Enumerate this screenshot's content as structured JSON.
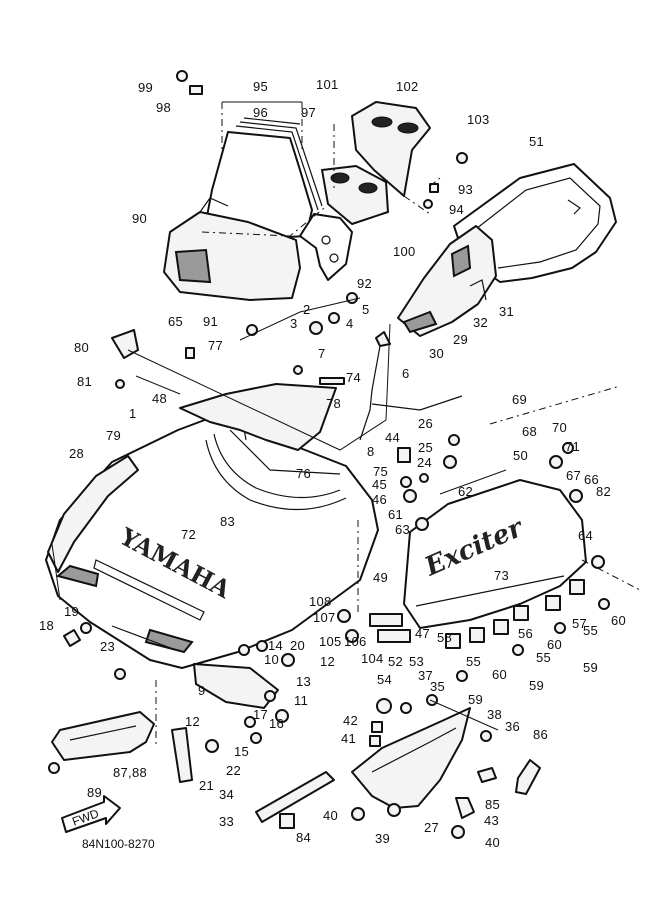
{
  "diagram": {
    "reference_code": "84N100-8270",
    "front_marker": "FWD",
    "brand_text": "YAMAHA",
    "model_text": "Exciter",
    "callouts": [
      {
        "id": "c99",
        "text": "99"
      },
      {
        "id": "c98",
        "text": "98"
      },
      {
        "id": "c95",
        "text": "95"
      },
      {
        "id": "c96",
        "text": "96"
      },
      {
        "id": "c97",
        "text": "97"
      },
      {
        "id": "c101",
        "text": "101"
      },
      {
        "id": "c102",
        "text": "102"
      },
      {
        "id": "c103",
        "text": "103"
      },
      {
        "id": "c51",
        "text": "51"
      },
      {
        "id": "c93",
        "text": "93"
      },
      {
        "id": "c94",
        "text": "94"
      },
      {
        "id": "c90",
        "text": "90"
      },
      {
        "id": "c100",
        "text": "100"
      },
      {
        "id": "c92",
        "text": "92"
      },
      {
        "id": "c2",
        "text": "2"
      },
      {
        "id": "c5",
        "text": "5"
      },
      {
        "id": "c3",
        "text": "3"
      },
      {
        "id": "c4",
        "text": "4"
      },
      {
        "id": "c91",
        "text": "91"
      },
      {
        "id": "c65",
        "text": "65"
      },
      {
        "id": "c80",
        "text": "80"
      },
      {
        "id": "c77",
        "text": "77"
      },
      {
        "id": "c7",
        "text": "7"
      },
      {
        "id": "c31",
        "text": "31"
      },
      {
        "id": "c32",
        "text": "32"
      },
      {
        "id": "c29",
        "text": "29"
      },
      {
        "id": "c30",
        "text": "30"
      },
      {
        "id": "c81",
        "text": "81"
      },
      {
        "id": "c74",
        "text": "74"
      },
      {
        "id": "c6",
        "text": "6"
      },
      {
        "id": "c48",
        "text": "48"
      },
      {
        "id": "c78",
        "text": "78"
      },
      {
        "id": "c69",
        "text": "69"
      },
      {
        "id": "c1",
        "text": "1"
      },
      {
        "id": "c26",
        "text": "26"
      },
      {
        "id": "c79",
        "text": "79"
      },
      {
        "id": "c44",
        "text": "44"
      },
      {
        "id": "c25",
        "text": "25"
      },
      {
        "id": "c68",
        "text": "68"
      },
      {
        "id": "c70",
        "text": "70"
      },
      {
        "id": "c8",
        "text": "8"
      },
      {
        "id": "c24",
        "text": "24"
      },
      {
        "id": "c28",
        "text": "28"
      },
      {
        "id": "c71",
        "text": "71"
      },
      {
        "id": "c50",
        "text": "50"
      },
      {
        "id": "c76",
        "text": "76"
      },
      {
        "id": "c75",
        "text": "75"
      },
      {
        "id": "c67",
        "text": "67"
      },
      {
        "id": "c66",
        "text": "66"
      },
      {
        "id": "c45",
        "text": "45"
      },
      {
        "id": "c62",
        "text": "62"
      },
      {
        "id": "c82",
        "text": "82"
      },
      {
        "id": "c46",
        "text": "46"
      },
      {
        "id": "c83",
        "text": "83"
      },
      {
        "id": "c61",
        "text": "61"
      },
      {
        "id": "c72",
        "text": "72"
      },
      {
        "id": "c63",
        "text": "63"
      },
      {
        "id": "c64",
        "text": "64"
      },
      {
        "id": "c73",
        "text": "73"
      },
      {
        "id": "c49",
        "text": "49"
      },
      {
        "id": "c108",
        "text": "108"
      },
      {
        "id": "c19",
        "text": "19"
      },
      {
        "id": "c107",
        "text": "107"
      },
      {
        "id": "c105",
        "text": "105"
      },
      {
        "id": "c106",
        "text": "106"
      },
      {
        "id": "c18",
        "text": "18"
      },
      {
        "id": "c60a",
        "text": "60"
      },
      {
        "id": "c55a",
        "text": "55"
      },
      {
        "id": "c57",
        "text": "57"
      },
      {
        "id": "c47",
        "text": "47"
      },
      {
        "id": "c58",
        "text": "58"
      },
      {
        "id": "c56",
        "text": "56"
      },
      {
        "id": "c23",
        "text": "23"
      },
      {
        "id": "c14",
        "text": "14"
      },
      {
        "id": "c20",
        "text": "20"
      },
      {
        "id": "c104",
        "text": "104"
      },
      {
        "id": "c55b",
        "text": "55"
      },
      {
        "id": "c60b",
        "text": "60"
      },
      {
        "id": "c55c",
        "text": "55"
      },
      {
        "id": "c10",
        "text": "10"
      },
      {
        "id": "c12a",
        "text": "12"
      },
      {
        "id": "c59a",
        "text": "59"
      },
      {
        "id": "c52",
        "text": "52"
      },
      {
        "id": "c53",
        "text": "53"
      },
      {
        "id": "c59b",
        "text": "59"
      },
      {
        "id": "c60c",
        "text": "60"
      },
      {
        "id": "c13",
        "text": "13"
      },
      {
        "id": "c37",
        "text": "37"
      },
      {
        "id": "c54",
        "text": "54"
      },
      {
        "id": "c35",
        "text": "35"
      },
      {
        "id": "c9",
        "text": "9"
      },
      {
        "id": "c59c",
        "text": "59"
      },
      {
        "id": "c11",
        "text": "11"
      },
      {
        "id": "c17",
        "text": "17"
      },
      {
        "id": "c12b",
        "text": "12"
      },
      {
        "id": "c16",
        "text": "16"
      },
      {
        "id": "c42",
        "text": "42"
      },
      {
        "id": "c38",
        "text": "38"
      },
      {
        "id": "c36",
        "text": "36"
      },
      {
        "id": "c15",
        "text": "15"
      },
      {
        "id": "c41",
        "text": "41"
      },
      {
        "id": "c86",
        "text": "86"
      },
      {
        "id": "c22",
        "text": "22"
      },
      {
        "id": "c8788",
        "text": "87,88"
      },
      {
        "id": "c21",
        "text": "21"
      },
      {
        "id": "c89",
        "text": "89"
      },
      {
        "id": "c34",
        "text": "34"
      },
      {
        "id": "c85",
        "text": "85"
      },
      {
        "id": "c33",
        "text": "33"
      },
      {
        "id": "c40a",
        "text": "40"
      },
      {
        "id": "c43",
        "text": "43"
      },
      {
        "id": "c84",
        "text": "84"
      },
      {
        "id": "c39",
        "text": "39"
      },
      {
        "id": "c27",
        "text": "27"
      },
      {
        "id": "c40b",
        "text": "40"
      }
    ]
  }
}
